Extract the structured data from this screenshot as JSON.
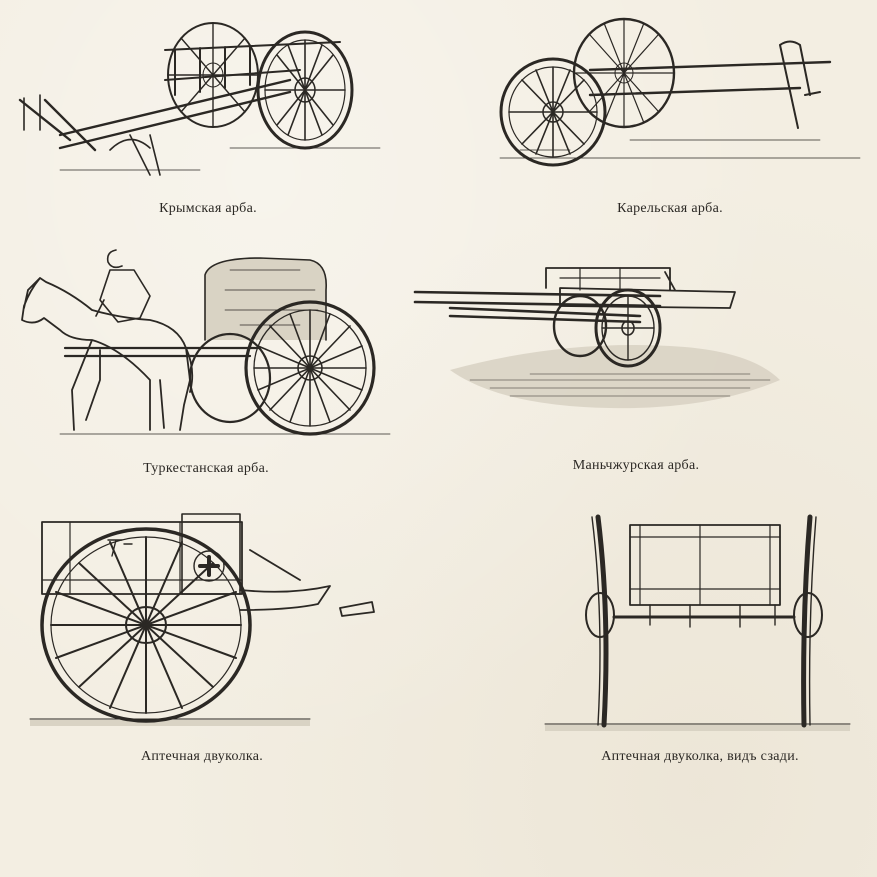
{
  "plates": [
    {
      "caption": "Крымская арба."
    },
    {
      "caption": "Карельская арба."
    },
    {
      "caption": "Туркестанская арба."
    },
    {
      "caption": "Маньчжурская арба."
    },
    {
      "caption": "Аптечная двуколка."
    },
    {
      "caption": "Аптечная двуколка, видъ сзади."
    }
  ]
}
